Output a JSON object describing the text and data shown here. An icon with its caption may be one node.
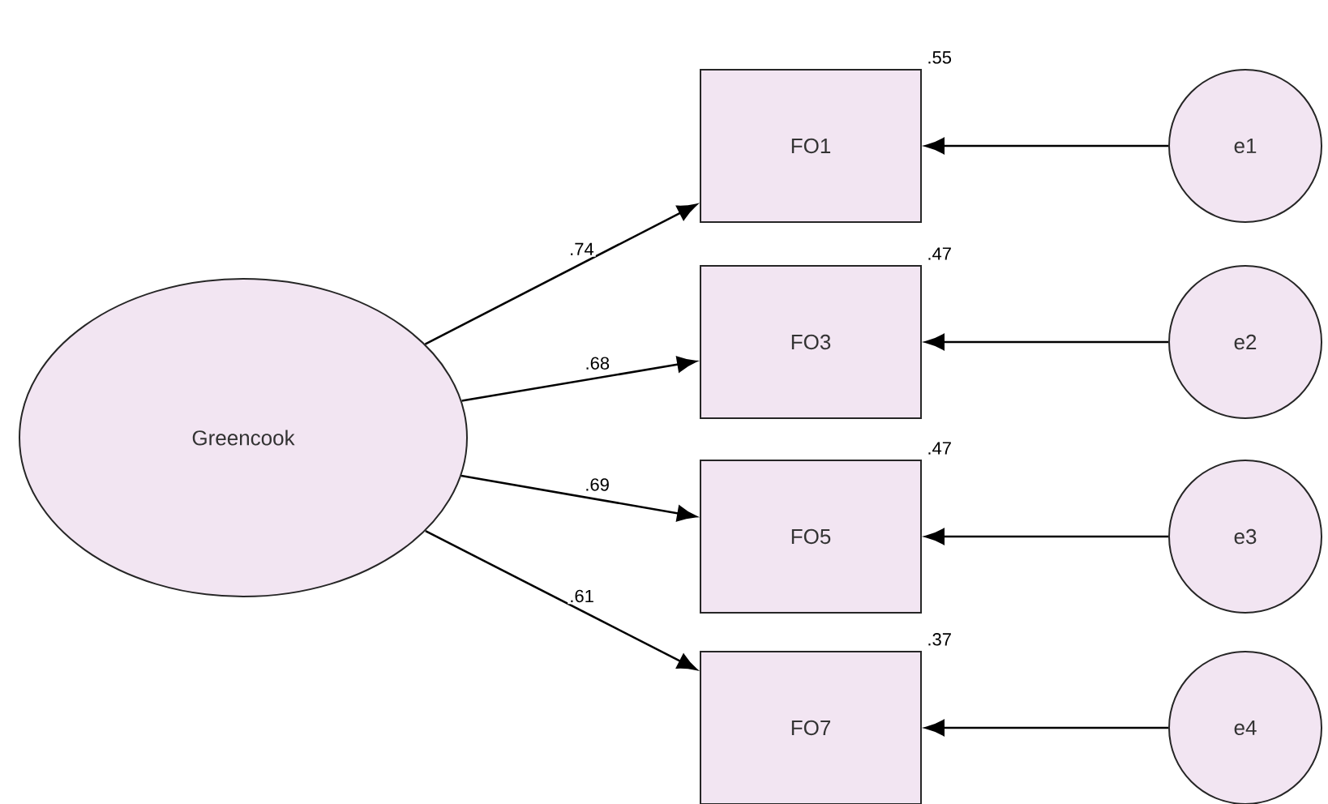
{
  "diagram": {
    "nodes": [
      {
        "text": [
          "Greencook"
        ]
      },
      {
        "text": [
          "FO1"
        ],
        "beside": [
          ".55"
        ]
      },
      {
        "text": [
          "FO3"
        ],
        "beside": [
          ".47"
        ]
      },
      {
        "text": [
          "FO5"
        ],
        "beside": [
          ".47"
        ]
      },
      {
        "text": [
          "FO7"
        ],
        "beside": [
          ".37"
        ]
      },
      {
        "text": [
          "e1"
        ]
      },
      {
        "text": [
          "e2"
        ]
      },
      {
        "text": [
          "e3"
        ]
      },
      {
        "text": [
          "e4"
        ]
      }
    ],
    "edges": [
      {
        "from": 0,
        "to": 1,
        "arrow": "to",
        "label": ".74"
      },
      {
        "from": 0,
        "to": 2,
        "arrow": "to",
        "label": ".68"
      },
      {
        "from": 0,
        "to": 3,
        "arrow": "to",
        "label": ".69"
      },
      {
        "from": 0,
        "to": 4,
        "arrow": "to",
        "label": ".61"
      },
      {
        "from": 5,
        "to": 1,
        "arrow": "to"
      },
      {
        "from": 6,
        "to": 2,
        "arrow": "to"
      },
      {
        "from": 7,
        "to": 3,
        "arrow": "to"
      },
      {
        "from": 8,
        "to": 4,
        "arrow": "to"
      }
    ]
  }
}
